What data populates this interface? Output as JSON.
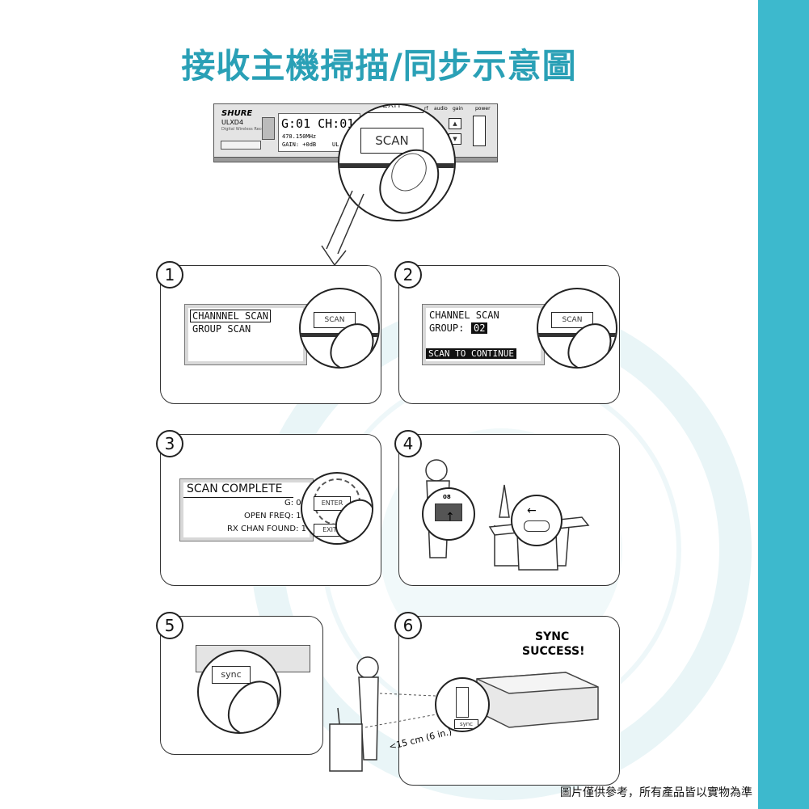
{
  "page_title": "接收主機掃描/同步示意圖",
  "footer_note": "圖片僅供參考，所有產品皆以實物為準",
  "colors": {
    "accent": "#2aa0b6",
    "sidebar": "#3db9cd",
    "watermark": "#e9f5f7"
  },
  "receiver": {
    "brand": "SHURE",
    "model": "ULXD4",
    "subtitle": "Digital Wireless Receiver",
    "display_main": "G:01 CH:01",
    "display_freq": "470.150MHz",
    "display_gain": "GAIN: +0dB",
    "display_partial": "UL",
    "label_rf": "rf",
    "label_audio": "audio",
    "label_gain": "gain",
    "label_power": "power",
    "button_scan": "SCAN",
    "button_exit_partial": "EXIT"
  },
  "steps": [
    {
      "number": "1",
      "lcd_line1": "CHANNNEL SCAN",
      "lcd_line2": "GROUP SCAN",
      "button": "SCAN"
    },
    {
      "number": "2",
      "lcd_line1": "CHANNEL SCAN",
      "lcd_line2_label": "GROUP:",
      "lcd_line2_value": "02",
      "lcd_line3": "SCAN TO CONTINUE",
      "button": "SCAN"
    },
    {
      "number": "3",
      "lcd_line1": "SCAN COMPLETE",
      "lcd_line2": "G: 01",
      "lcd_line3": "OPEN FREQ: 14",
      "lcd_line4": "RX CHAN FOUND: 1",
      "button_enter": "ENTER",
      "button_exit": "EXIT"
    },
    {
      "number": "4",
      "mic_label": "08"
    },
    {
      "number": "5",
      "button": "sync"
    },
    {
      "number": "6",
      "success_line1": "SYNC",
      "success_line2": "SUCCESS!",
      "distance": "<15 cm (6 in.)",
      "button": "sync"
    }
  ]
}
